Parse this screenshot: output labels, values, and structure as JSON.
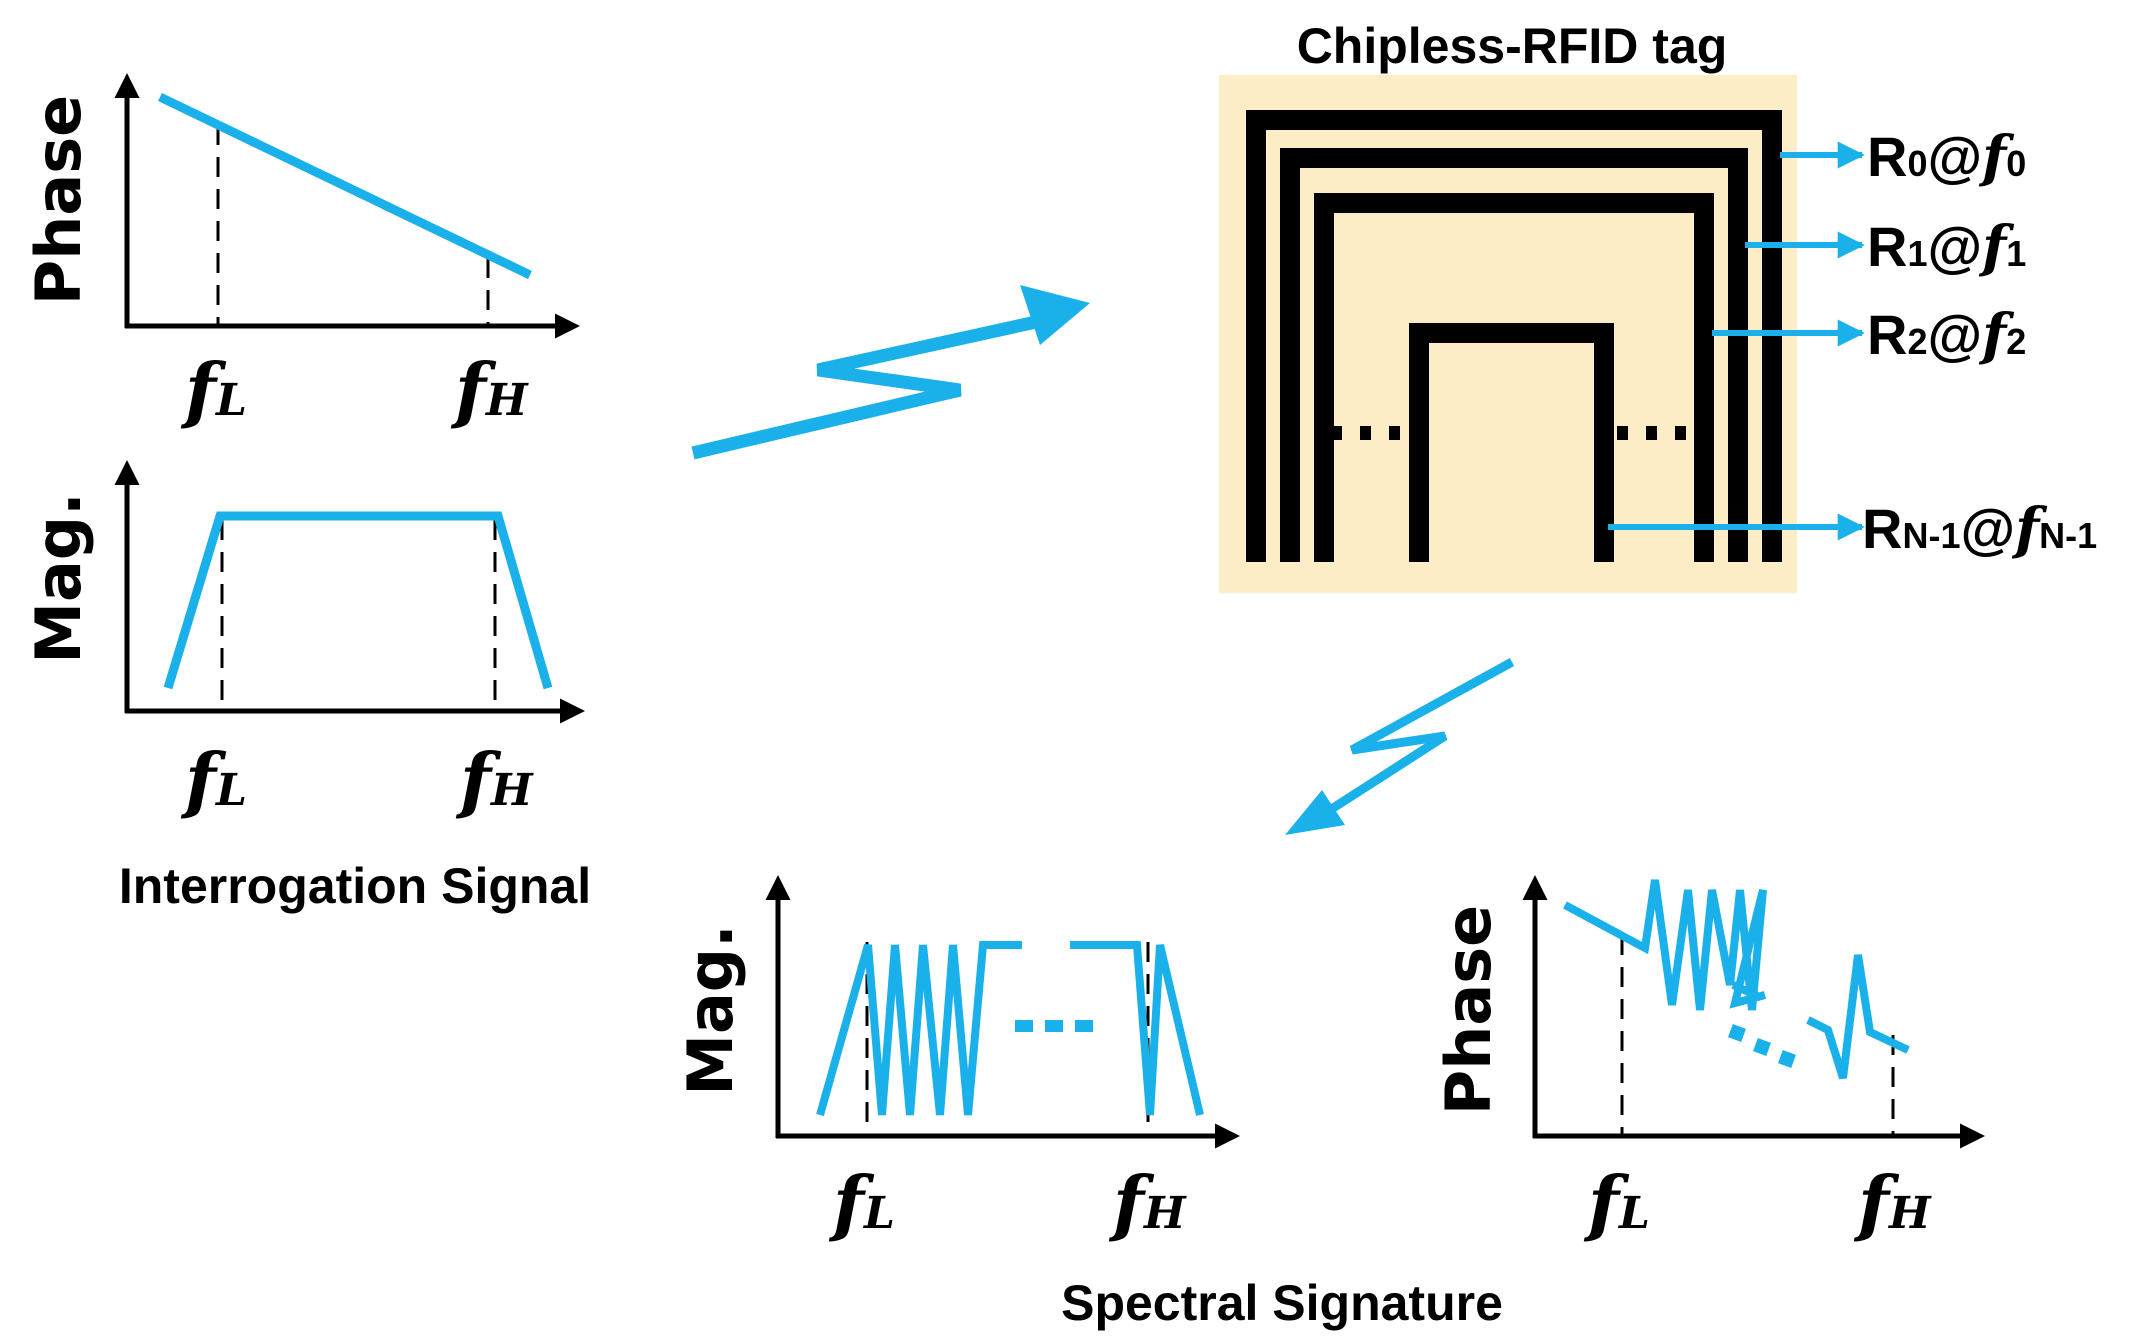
{
  "interrogation": {
    "caption": "Interrogation Signal",
    "phase_plot": {
      "ylabel": "Phase",
      "x_low": "f",
      "x_low_sub": "L",
      "x_high": "f",
      "x_high_sub": "H"
    },
    "mag_plot": {
      "ylabel": "Mag.",
      "x_low": "f",
      "x_low_sub": "L",
      "x_high": "f",
      "x_high_sub": "H"
    }
  },
  "tag": {
    "title": "Chipless-RFID tag",
    "resonators": [
      {
        "r": "R",
        "r_sub": "0",
        "at": "@",
        "f": "f",
        "f_sub": "0"
      },
      {
        "r": "R",
        "r_sub": "1",
        "at": "@",
        "f": "f",
        "f_sub": "1"
      },
      {
        "r": "R",
        "r_sub": "2",
        "at": "@",
        "f": "f",
        "f_sub": "2"
      },
      {
        "r": "R",
        "r_sub": "N-1",
        "at": "@",
        "f": "f",
        "f_sub": "N-1"
      }
    ]
  },
  "signature": {
    "caption": "Spectral Signature",
    "mag_plot": {
      "ylabel": "Mag.",
      "x_low": "f",
      "x_low_sub": "L",
      "x_high": "f",
      "x_high_sub": "H"
    },
    "phase_plot": {
      "ylabel": "Phase",
      "x_low": "f",
      "x_low_sub": "L",
      "x_high": "f",
      "x_high_sub": "H"
    }
  },
  "colors": {
    "signal": "#1ab0ea",
    "axis": "#000000",
    "tag_background": "#fdedc7",
    "tag_metal": "#000000"
  }
}
